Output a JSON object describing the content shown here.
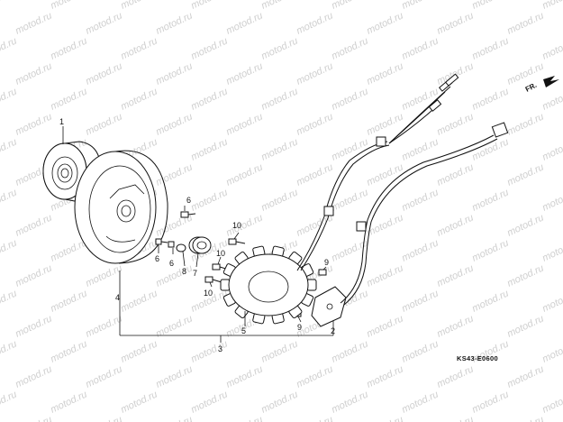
{
  "watermark": {
    "text": "motod.ru"
  },
  "direction_marker": {
    "label": "FR."
  },
  "diagram_code": "KS43-E0600",
  "callouts": {
    "c1": "1",
    "c2": "2",
    "c3": "3",
    "c4": "4",
    "c5": "5",
    "c6a": "6",
    "c6b": "6",
    "c6c": "6",
    "c7": "7",
    "c8": "8",
    "c9a": "9",
    "c9b": "9",
    "c10a": "10",
    "c10b": "10",
    "c10c": "10"
  }
}
